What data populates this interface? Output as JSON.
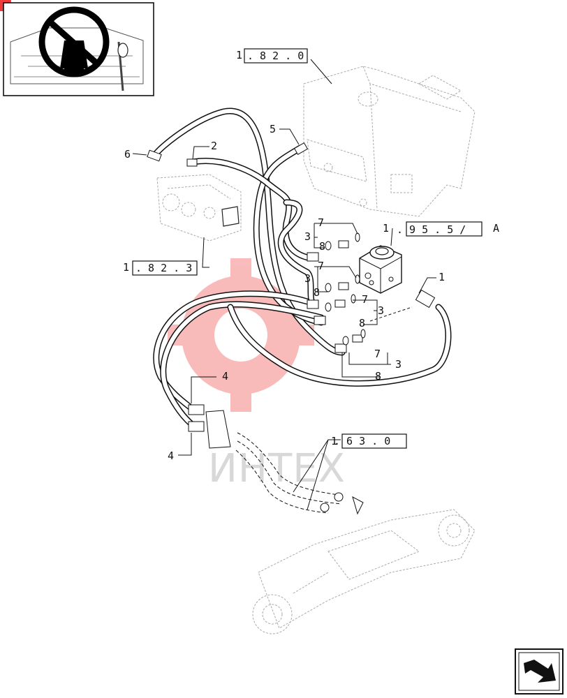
{
  "callouts": {
    "c1_right": "1",
    "c2": "2",
    "c3_a": "3",
    "c3_b": "3",
    "c3_c": "3",
    "c3_d": "3",
    "c4_top": "4",
    "c4_bottom": "4",
    "c5": "5",
    "c6": "6",
    "c7_a": "7",
    "c7_b": "7",
    "c7_c": "7",
    "c7_d": "7",
    "c8_a": "8",
    "c8_b": "8",
    "c8_c": "8",
    "c8_d": "8"
  },
  "references": {
    "ref_82_0": {
      "prefix": "1",
      "box": ". 8 2 . 0"
    },
    "ref_82_3": {
      "prefix": "1",
      "box": ". 8 2 . 3"
    },
    "ref_95_5": {
      "prefix": "1",
      "box": ". 9 5 . 5 /",
      "suffix": "A"
    },
    "ref_63_0": {
      "prefix": "1",
      "box": ". 6 3 . 0"
    }
  },
  "watermark": {
    "text": "ИНТЕХ",
    "color": "#e53935"
  },
  "colors": {
    "line": "#111111",
    "ghost": "#aaaaaa",
    "watermark_red": "#ef3b3b"
  },
  "icons": {
    "thumbnail": "steering-wheel-thumbnail",
    "nav": "next-page-arrow-icon",
    "corner": "red-corner-marker"
  }
}
